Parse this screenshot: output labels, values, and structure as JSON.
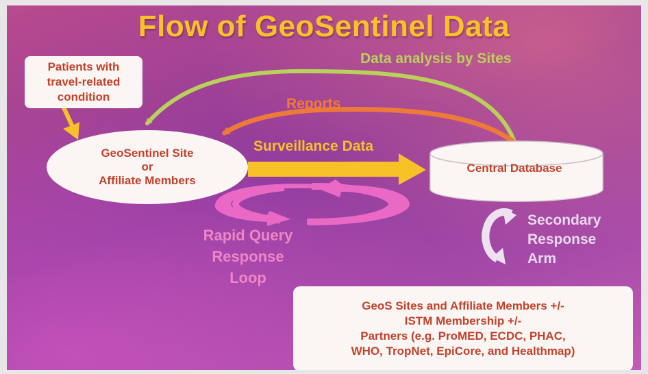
{
  "slide": {
    "title": "Flow of GeoSentinel Data",
    "patients_box": {
      "lines": [
        "Patients with",
        "travel-related",
        "condition"
      ]
    },
    "site_node": {
      "lines": [
        "GeoSentinel Site",
        "or",
        "Affiliate Members"
      ]
    },
    "central_db": {
      "label": "Central Database"
    },
    "flows": {
      "data_analysis": "Data analysis by Sites",
      "reports": "Reports",
      "surveillance": "Surveillance Data"
    },
    "rapid_loop": {
      "lines": [
        "Rapid Query",
        "Response",
        "Loop"
      ]
    },
    "secondary_arm": {
      "lines": [
        "Secondary",
        "Response",
        "Arm"
      ]
    },
    "partners_box": {
      "lines": [
        "GeoS Sites and Affiliate Members +/-",
        "ISTM Membership +/-",
        "Partners (e.g. ProMED, ECDC, PHAC,",
        "WHO, TropNet, EpiCore, and Healthmap)"
      ]
    },
    "colors": {
      "title": "#f6c228",
      "box_text": "#c2422b",
      "analysis_arrow": "#b9d05a",
      "reports_arrow": "#ee7a3a",
      "surveillance_arrow": "#f6c228",
      "rapid_loop": "#e969c4",
      "secondary_arm": "#eee2f0"
    }
  }
}
